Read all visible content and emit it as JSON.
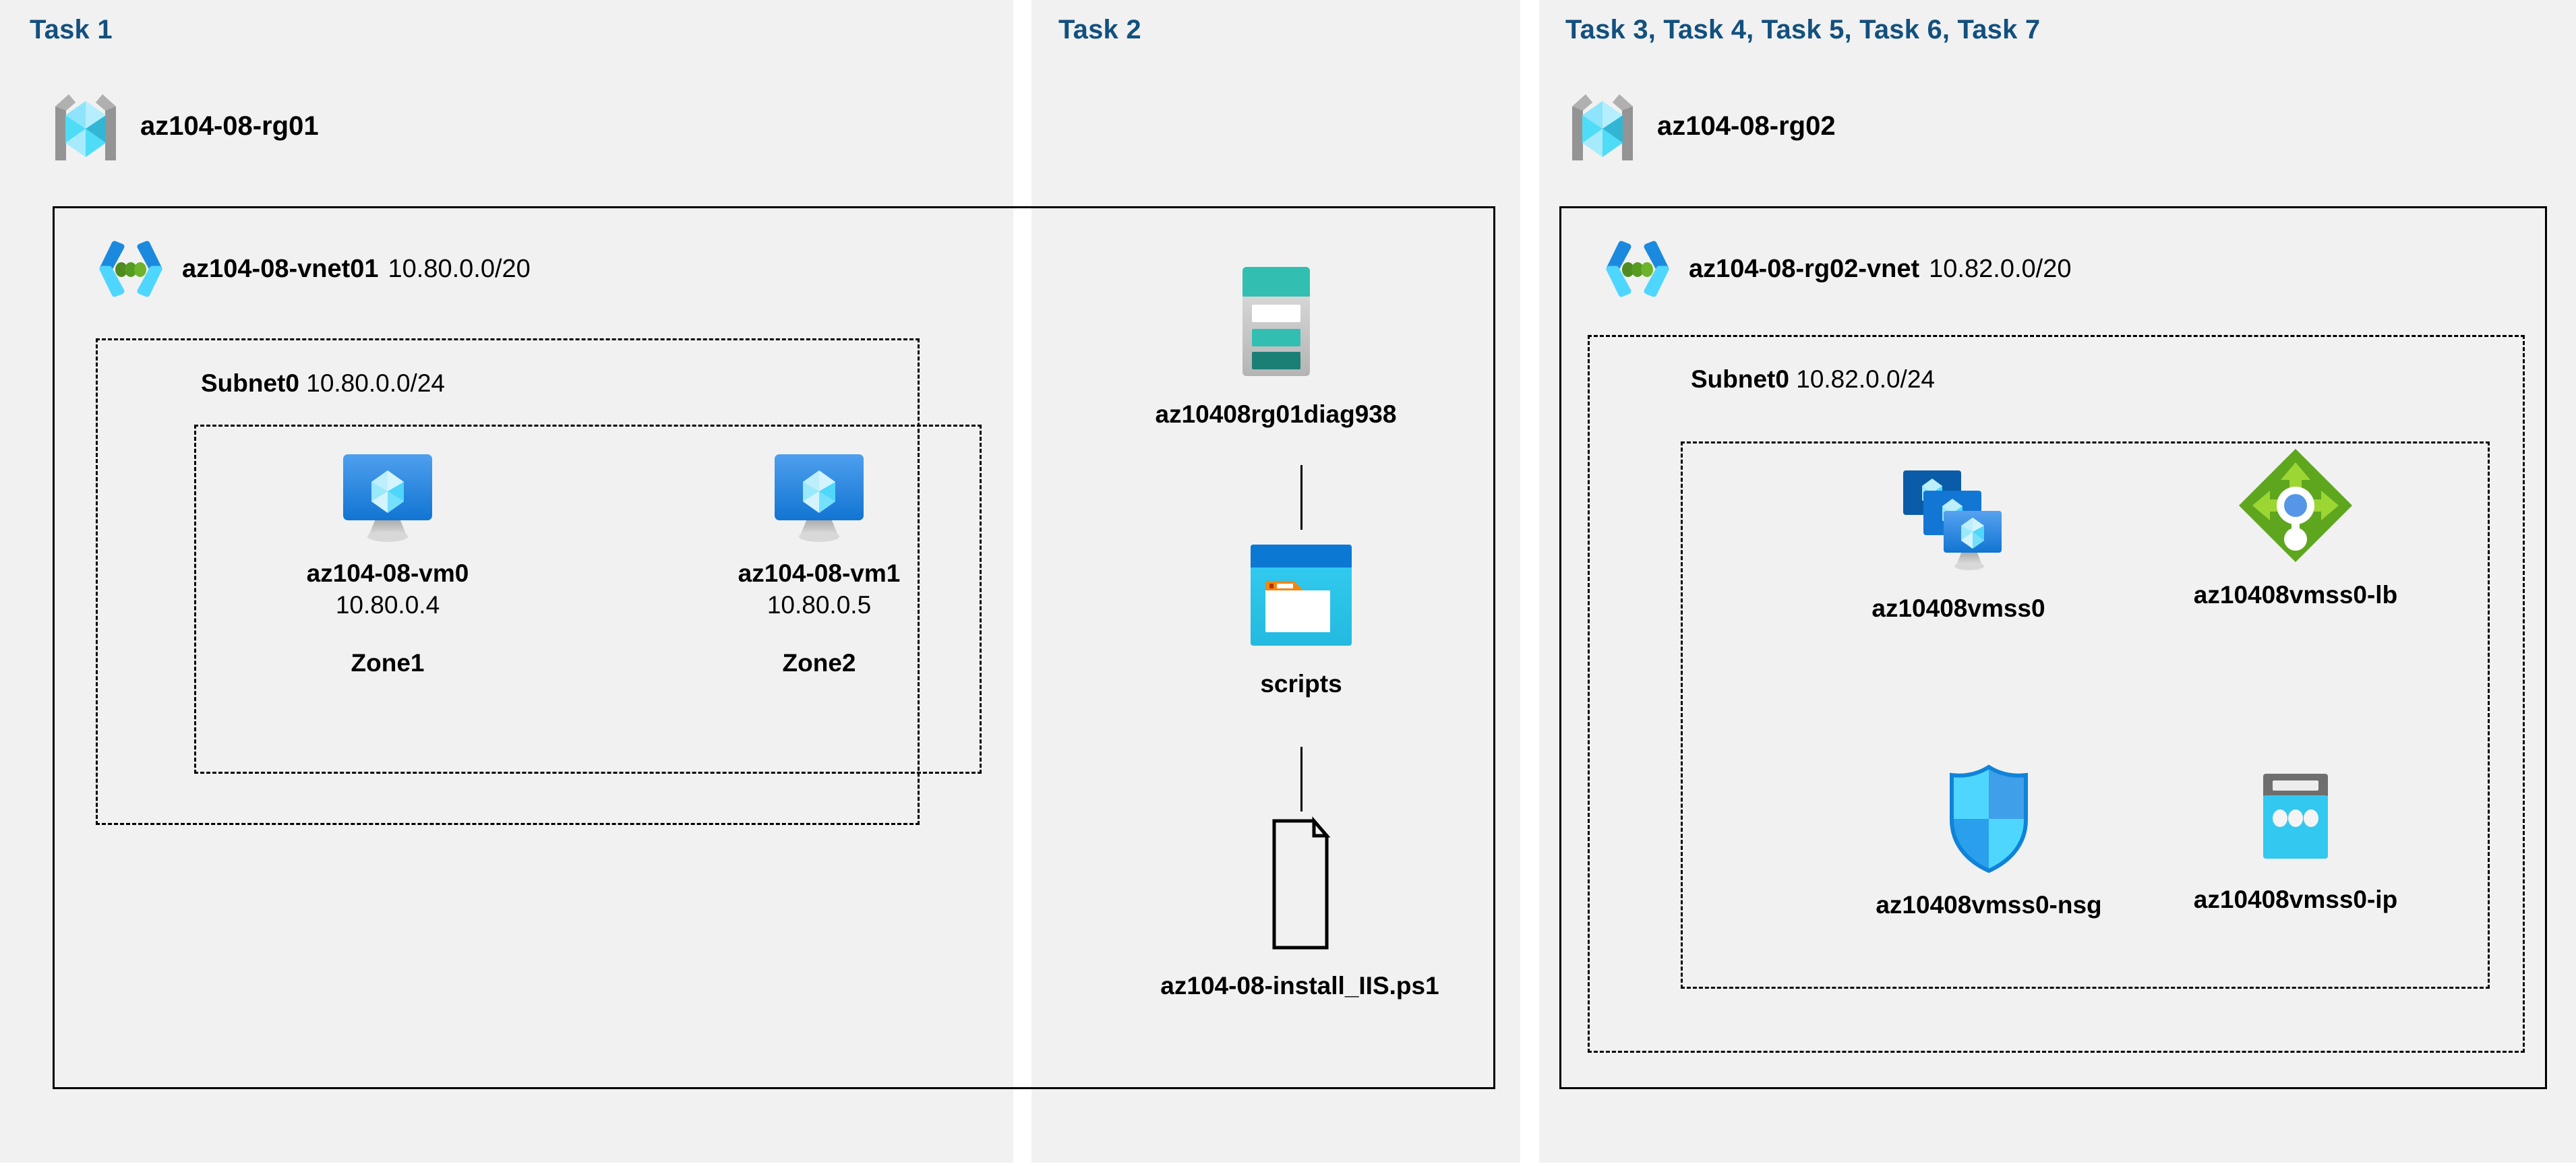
{
  "panels": [
    {
      "id": "task1",
      "title": "Task 1"
    },
    {
      "id": "task2",
      "title": "Task 2"
    },
    {
      "id": "task3",
      "title": "Task 3, Task 4, Task 5, Task 6, Task 7"
    }
  ],
  "colors": {
    "task_title": "#12507e",
    "panel_bg": "#f1f1f1",
    "page_bg": "#ffffff",
    "border": "#000000",
    "vm_blue_top": "#4a9aea",
    "vm_blue_bottom": "#1577d2",
    "vmss_back": "#0a5ca8",
    "vmss_mid": "#1277d4",
    "vmss_front_top": "#56a0ef",
    "lb_green": "#5ea61e",
    "lb_arrow_green": "#9cd633",
    "lb_dot_blue": "#5596e6",
    "storage_teal": "#32bfb1",
    "storage_teal_dark": "#1c7f76",
    "blob_header_blue": "#0078d4",
    "blob_body_cyan": "#32c8ef",
    "blob_tab_orange": "#f2870f",
    "pip_cyan": "#32c8ef",
    "pip_gray": "#6e6e6e",
    "nsg_cyan": "#4fd6ff",
    "nsg_blue": "#2aa0ec",
    "vnet_chev_dark": "#1b8ade",
    "vnet_chev_light": "#4fd6ff",
    "vnet_dot_green": "#5a9e22",
    "rg_bracket_gray": "#949494",
    "rg_cube_light": "#9fe9fb",
    "rg_cube_cyan": "#4fdcf7",
    "rg_cube_teal": "#32b6d4"
  },
  "task1": {
    "resource_group": {
      "name": "az104-08-rg01",
      "icon": "resource-group-icon"
    },
    "vnet": {
      "name": "az104-08-vnet01",
      "cidr": "10.80.0.0/20",
      "icon": "virtual-network-icon"
    },
    "subnet": {
      "name": "Subnet0",
      "cidr": "10.80.0.0/24"
    },
    "vms": [
      {
        "name": "az104-08-vm0",
        "ip": "10.80.0.4",
        "zone": "Zone1",
        "icon": "virtual-machine-icon"
      },
      {
        "name": "az104-08-vm1",
        "ip": "10.80.0.5",
        "zone": "Zone2",
        "icon": "virtual-machine-icon"
      }
    ]
  },
  "task2": {
    "storage_account": {
      "name": "az10408rg01diag938",
      "icon": "storage-account-icon"
    },
    "container": {
      "name": "scripts",
      "icon": "blob-container-icon"
    },
    "file": {
      "name": "az104-08-install_IIS.ps1",
      "icon": "document-icon"
    }
  },
  "task3": {
    "resource_group": {
      "name": "az104-08-rg02",
      "icon": "resource-group-icon"
    },
    "vnet": {
      "name": "az104-08-rg02-vnet",
      "cidr": "10.82.0.0/20",
      "icon": "virtual-network-icon"
    },
    "subnet": {
      "name": "Subnet0",
      "cidr": "10.82.0.0/24"
    },
    "resources": [
      {
        "name": "az10408vmss0",
        "icon": "vm-scale-set-icon"
      },
      {
        "name": "az10408vmss0-lb",
        "icon": "load-balancer-icon"
      },
      {
        "name": "az10408vmss0-nsg",
        "icon": "network-security-group-icon"
      },
      {
        "name": "az10408vmss0-ip",
        "icon": "public-ip-address-icon"
      }
    ]
  }
}
